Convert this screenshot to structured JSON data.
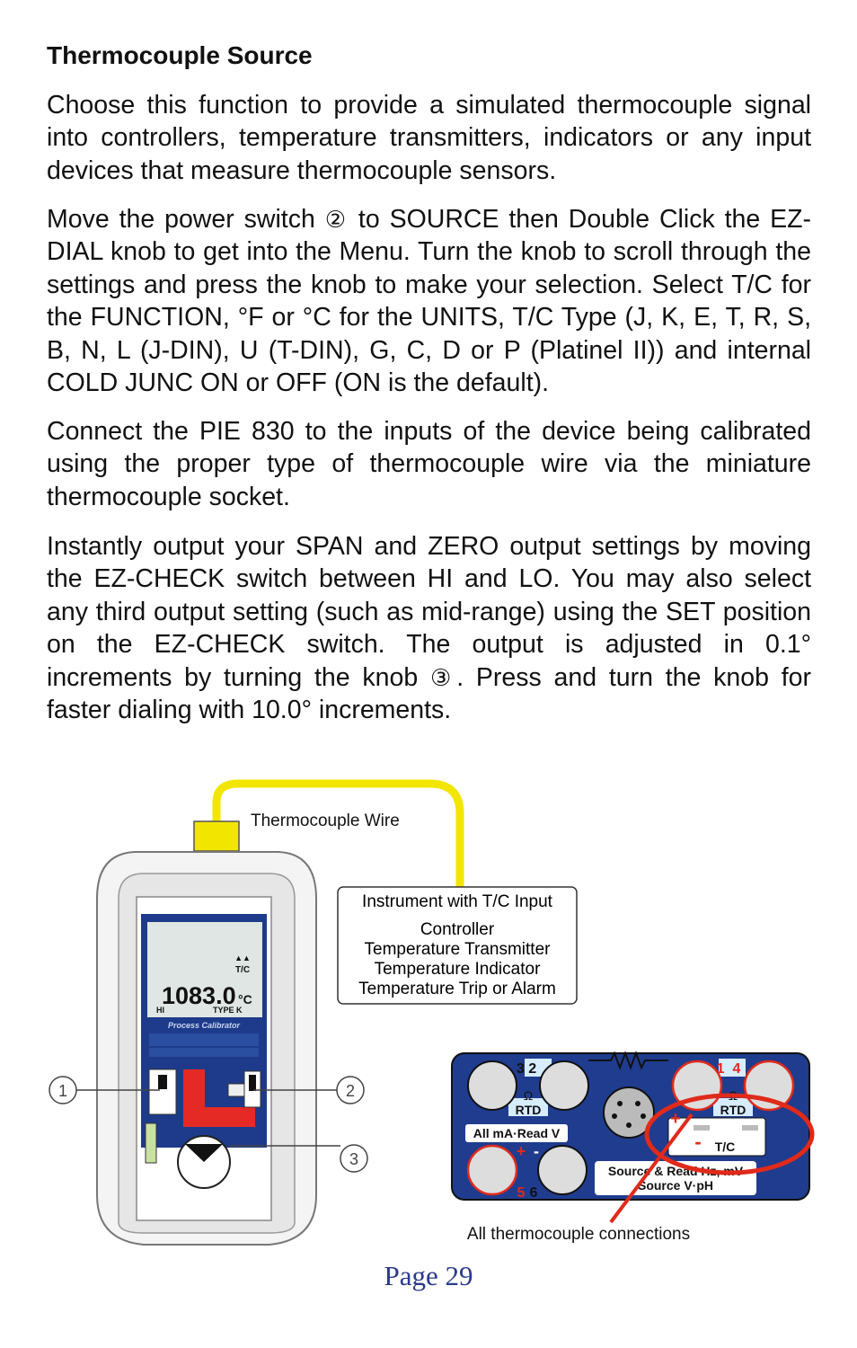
{
  "heading": "Thermocouple Source",
  "paragraphs": {
    "p1": "Choose this function to provide a simulated thermocouple signal into controllers, temperature transmitters, indicators or any input devices that measure thermocouple sensors.",
    "p2a": "Move the power switch",
    "p2_marker": "②",
    "p2b": "to SOURCE then Double Click the EZ-DIAL knob to get into the Menu. Turn the knob to scroll through the settings and press the knob to make your selection. Select T/C for the FUNCTION, °F or °C for the UNITS, T/C Type (J, K, E, T, R, S, B, N, L (J-DIN), U (T-DIN), G, C, D or P (Platinel II)) and internal COLD JUNC ON or OFF (ON is the default).",
    "p3": "Connect the PIE 830 to the inputs of the device being calibrated using the proper type of thermocouple wire via the miniature thermocouple socket.",
    "p4a": "Instantly output your SPAN and ZERO output settings by moving the EZ-CHECK switch between HI and LO. You may also select any third output setting (such as mid-range) using the SET position on the EZ-CHECK switch. The output is adjusted in 0.1° increments by turning the knob",
    "p4_marker": "③",
    "p4b": ". Press and turn the knob for faster dialing with 10.0° increments."
  },
  "diagram": {
    "wire_label": "Thermocouple Wire",
    "instrument_box": {
      "title": "Instrument with T/C Input",
      "lines": [
        "Controller",
        "Temperature Transmitter",
        "Temperature Indicator",
        "Temperature Trip or Alarm"
      ]
    },
    "device": {
      "reading": "1083.0",
      "unit": "°C",
      "mode": "HI",
      "tc_type": "TYPE K",
      "function_label": "T/C",
      "brand_line": "Process Calibrator"
    },
    "callouts": [
      "1",
      "2",
      "3"
    ],
    "panel": {
      "num_32": "3 2",
      "num_1": "1",
      "num_4": "4",
      "num_5": "5",
      "num_6": "6",
      "rtd_left": "RTD",
      "rtd_right": "RTD",
      "ohm": "Ω",
      "all_ma": "All mA·Read V",
      "plus": "+",
      "minus": "-",
      "tc": "T/C",
      "source_read": "Source & Read Hz, mV",
      "source_v": "Source V·pH"
    },
    "connections_label": "All thermocouple connections",
    "colors": {
      "wire": "#f2e600",
      "panel": "#1f3c8f",
      "highlight": "#e02a1a"
    }
  },
  "page_number": "Page 29"
}
